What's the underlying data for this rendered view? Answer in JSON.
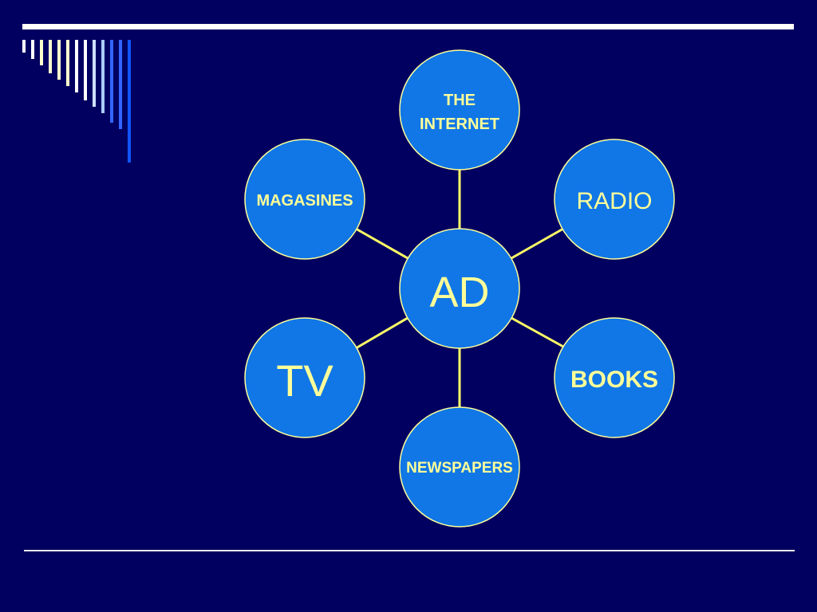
{
  "diagram": {
    "center": {
      "label": "AD"
    },
    "nodes": [
      {
        "id": "internet",
        "lines": [
          "THE",
          "INTERNET"
        ]
      },
      {
        "id": "radio",
        "lines": [
          "RADIO"
        ]
      },
      {
        "id": "books",
        "lines": [
          "BOOKS"
        ]
      },
      {
        "id": "newspapers",
        "lines": [
          "NEWSPAPERS"
        ]
      },
      {
        "id": "tv",
        "lines": [
          "TV"
        ]
      },
      {
        "id": "magasines",
        "lines": [
          "MAGASINES"
        ]
      }
    ]
  },
  "colors": {
    "background": "#010060",
    "circle_fill": "#1177e6",
    "circle_stroke": "#ffff99",
    "connector": "#ffff66",
    "text": "#ffff99"
  }
}
